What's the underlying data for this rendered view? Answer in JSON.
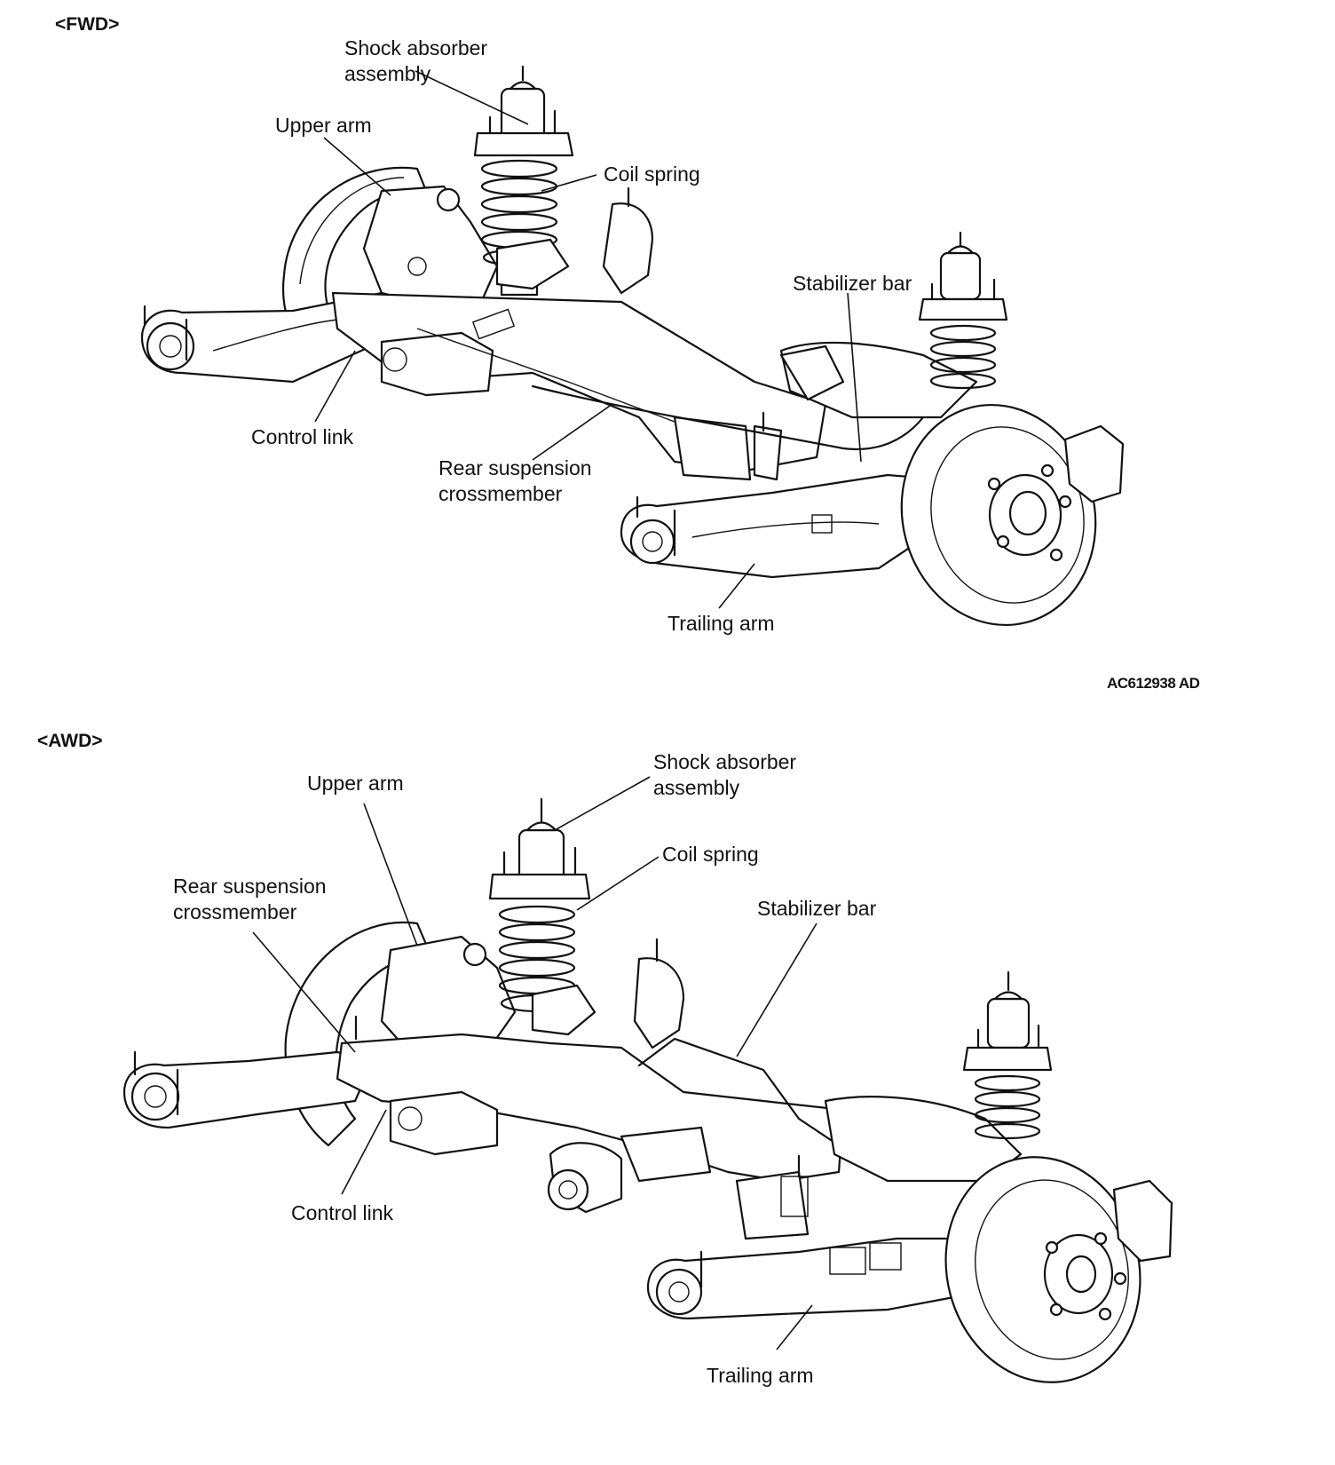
{
  "fwd": {
    "header": "<FWD>",
    "labels": {
      "shock_absorber": "Shock absorber\nassembly",
      "upper_arm": "Upper arm",
      "coil_spring": "Coil spring",
      "stabilizer_bar": "Stabilizer bar",
      "control_link": "Control link",
      "crossmember": "Rear suspension\ncrossmember",
      "trailing_arm": "Trailing arm"
    },
    "figure_code": "AC612938 AD"
  },
  "awd": {
    "header": "<AWD>",
    "labels": {
      "shock_absorber": "Shock absorber\nassembly",
      "upper_arm": "Upper arm",
      "coil_spring": "Coil spring",
      "stabilizer_bar": "Stabilizer bar",
      "crossmember": "Rear suspension\ncrossmember",
      "control_link": "Control link",
      "trailing_arm": "Trailing arm"
    }
  }
}
